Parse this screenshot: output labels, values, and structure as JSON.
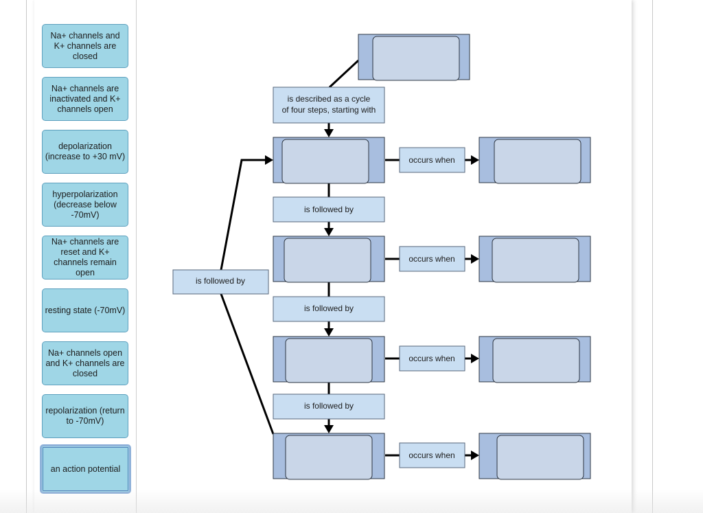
{
  "word_bank": {
    "items": [
      "Na+ channels and K+ channels are closed",
      "Na+ channels are inactivated and K+ channels open",
      "depolarization (increase to +30 mV)",
      "hyperpolarization (decrease below -70mV)",
      "Na+ channels are reset and K+ channels remain open",
      "resting state (-70mV)",
      "Na+ channels open and K+ channels are closed",
      "repolarization (return to -70mV)",
      "an action potential"
    ],
    "selected_index": 8
  },
  "diagram": {
    "described_label": "is described as a cycle of four steps, starting with",
    "followed_by_label": "is followed by",
    "occurs_when_label": "occurs when",
    "loop_label": "is followed by"
  },
  "colors": {
    "tile_fill": "#9fd6e6",
    "drop_zone_fill": "#a8bedf",
    "label_fill": "#c9def2"
  }
}
